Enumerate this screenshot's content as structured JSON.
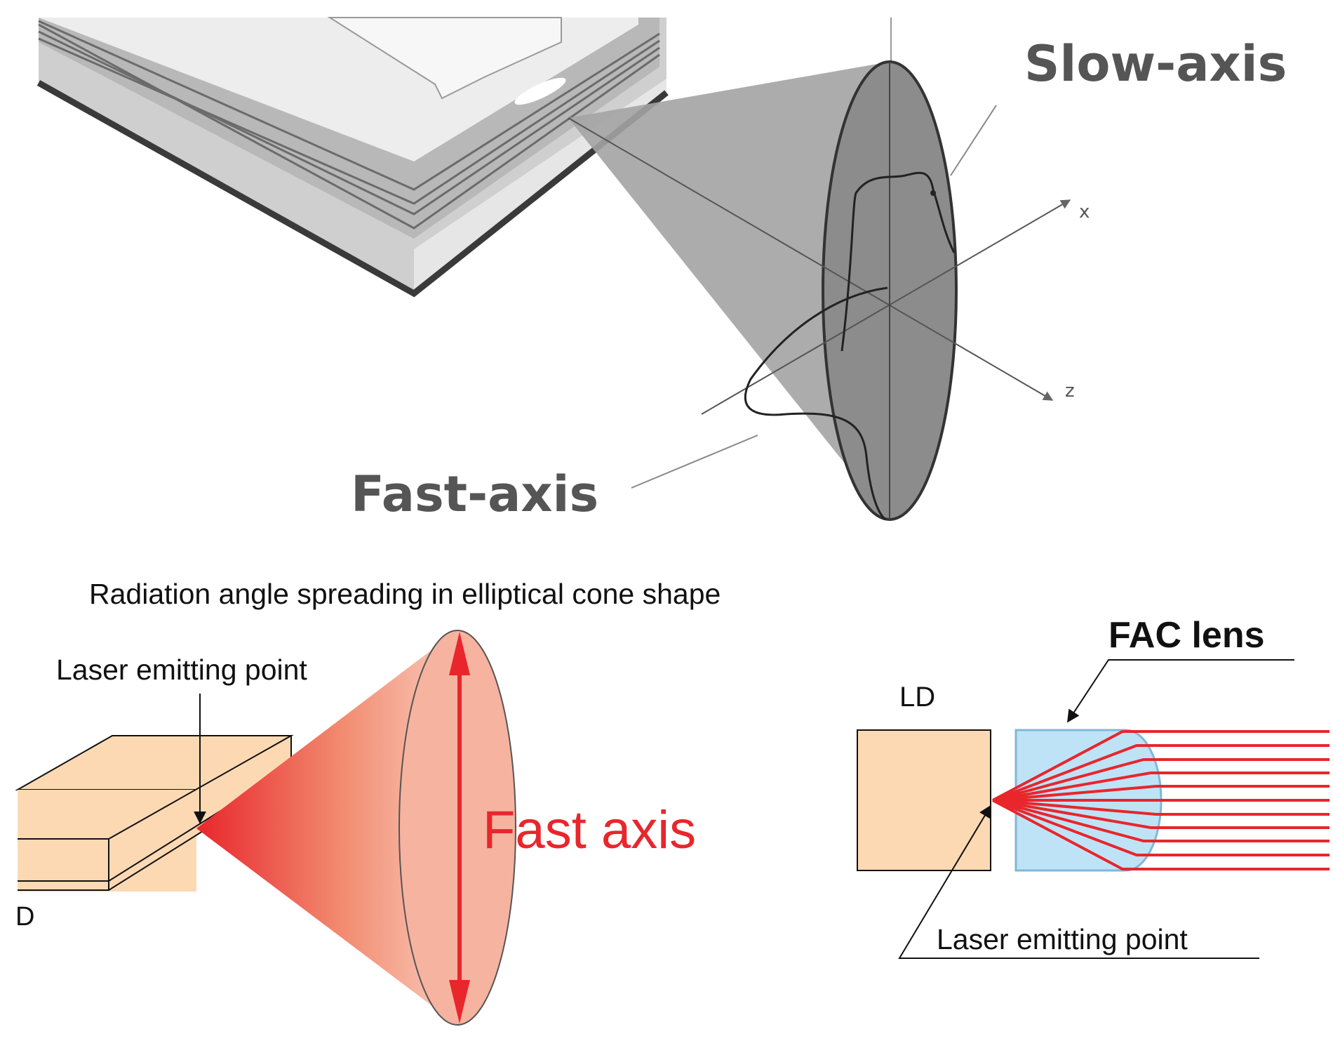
{
  "top": {
    "slow_axis_label": "Slow-axis",
    "fast_axis_label": "Fast-axis",
    "x_axis_label": "x",
    "z_axis_label": "z"
  },
  "bottom_left": {
    "title": "Radiation angle spreading in elliptical cone shape",
    "emit_label": "Laser emitting point",
    "fast_axis_label": "Fast axis",
    "ld_label": "D"
  },
  "bottom_right": {
    "fac_label": "FAC lens",
    "ld_label": "LD",
    "emit_label": "Laser emitting point"
  },
  "colors": {
    "laser_red": "#e8262c",
    "ld_fill": "#fdd9b3",
    "lens_fill": "#bfe3f6",
    "cone_light": "#f6b3a0",
    "gray_cone": "#a3a3a3",
    "gray_ellipse": "#8c8c8c"
  }
}
